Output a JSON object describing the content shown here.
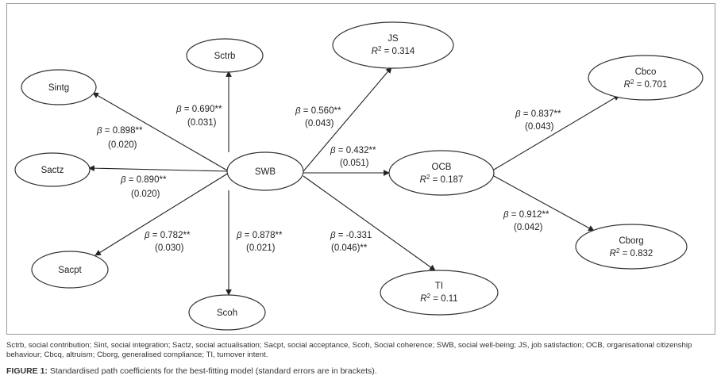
{
  "nodes": {
    "sctrb": {
      "name": "Sctrb"
    },
    "sintg": {
      "name": "Sintg"
    },
    "sactz": {
      "name": "Sactz"
    },
    "sacpt": {
      "name": "Sacpt"
    },
    "scoh": {
      "name": "Scoh"
    },
    "swb": {
      "name": "SWB"
    },
    "js": {
      "name": "JS",
      "r2": "0.314"
    },
    "ocb": {
      "name": "OCB",
      "r2": "0.187"
    },
    "ti": {
      "name": "TI",
      "r2": "0.11"
    },
    "cbco": {
      "name": "Cbco",
      "r2": "0.701"
    },
    "cborg": {
      "name": "Cborg",
      "r2": "0.832"
    }
  },
  "paths": {
    "sctrb": {
      "beta": "0.690**",
      "se": "(0.031)"
    },
    "sintg": {
      "beta": "0.898**",
      "se": "(0.020)"
    },
    "sactz": {
      "beta": "0.890**",
      "se": "(0.020)"
    },
    "sacpt": {
      "beta": "0.782**",
      "se": "(0.030)"
    },
    "scoh": {
      "beta": "0.878**",
      "se": "(0.021)"
    },
    "js": {
      "beta": "0.560**",
      "se": "(0.043)"
    },
    "ocb": {
      "beta": "0.432**",
      "se": "(0.051)"
    },
    "ti": {
      "beta": "-0.331",
      "se": "(0.046)**"
    },
    "cbco": {
      "beta": "0.837**",
      "se": "(0.043)"
    },
    "cborg": {
      "beta": "0.912**",
      "se": "(0.042)"
    }
  },
  "symbols": {
    "beta": "β",
    "equals": " = ",
    "r2_prefix": "R",
    "r2_sup": "2",
    "r2_eq": " = "
  },
  "footnote": "Sctrb, social contribution; Sint, social integration; Sactz, social actualisation; Sacpt, social acceptance, Scoh, Social coherence; SWB, social well-being; JS, job satisfaction; OCB, organisational citizenship behaviour; Cbcq, altruism; Cborg, generalised compliance; TI, turnover intent.",
  "caption": {
    "label": "FIGURE 1:",
    "text": " Standardised path coefficients for the best-fitting model (standard errors are in brackets)."
  }
}
